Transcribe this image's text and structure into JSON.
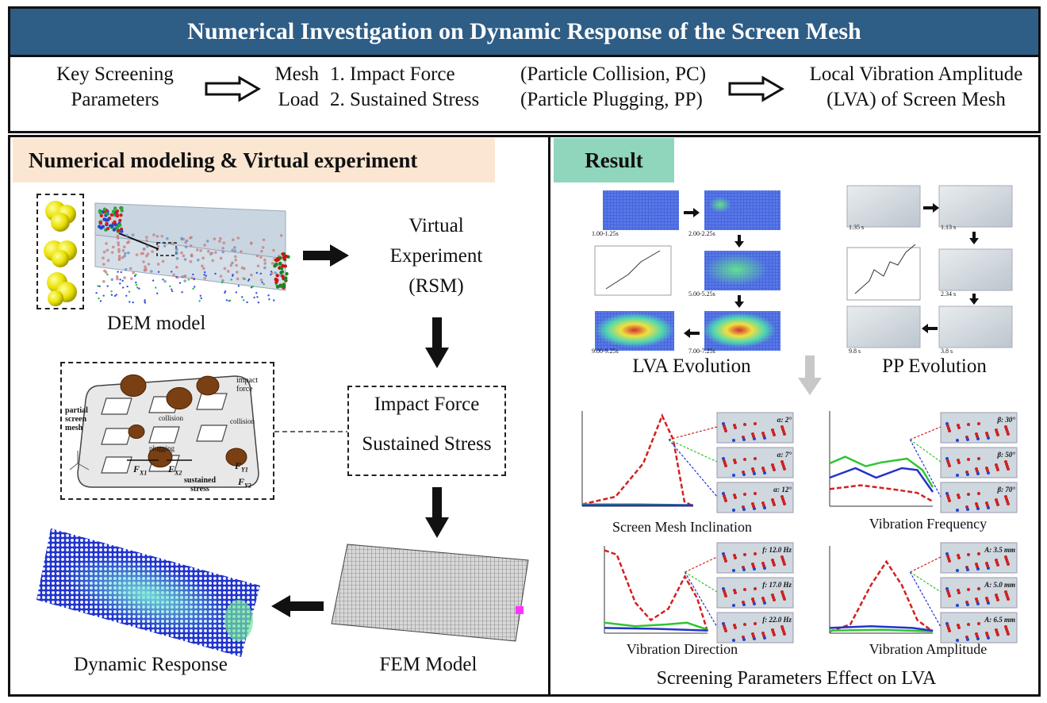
{
  "title": "Numerical Investigation on Dynamic Response of the Screen Mesh",
  "header": {
    "key_params_line1": "Key Screening",
    "key_params_line2": "Parameters",
    "mesh_label": "Mesh",
    "load_label": "Load",
    "item1": "1. Impact Force",
    "item2": "2. Sustained Stress",
    "item1_paren": "(Particle Collision, PC)",
    "item2_paren": "(Particle Plugging, PP)",
    "lva_line1": "Local Vibration Amplitude",
    "lva_line2": "(LVA) of Screen Mesh"
  },
  "left": {
    "heading": "Numerical modeling & Virtual experiment",
    "dem_model": "DEM model",
    "virtual_line1": "Virtual",
    "virtual_line2": "Experiment",
    "virtual_line3": "(RSM)",
    "impact_force": "Impact Force",
    "sustained_stress": "Sustained Stress",
    "fem_model": "FEM Model",
    "dynamic_response": "Dynamic Response",
    "mesh_labels": {
      "partial": "partial",
      "screen": "screen",
      "mesh": "mesh",
      "impact": "impact",
      "force": "force",
      "collision": "collision",
      "plugging": "plugging",
      "sustained": "sustained",
      "stress": "stress",
      "fx1": "F",
      "fx2": "F",
      "fy1": "F",
      "fy2": "F"
    }
  },
  "right": {
    "heading": "Result",
    "lva_evolution": "LVA Evolution",
    "pp_evolution": "PP Evolution",
    "inclination": "Screen Mesh Inclination",
    "frequency": "Vibration Frequency",
    "direction": "Vibration Direction",
    "amplitude": "Vibration Amplitude",
    "footer": "Screening Parameters Effect on LVA",
    "inc_tags": [
      "α: 2°",
      "α: 7°",
      "α: 12°"
    ],
    "freq_tags": [
      "β: 30°",
      "β: 50°",
      "β: 70°"
    ],
    "dir_tags": [
      "f: 12.0 Hz",
      "f: 17.0 Hz",
      "f: 22.0 Hz"
    ],
    "amp_tags": [
      "A: 3.5 mm",
      "A: 5.0 mm",
      "A: 6.5 mm"
    ],
    "lva_times": [
      "1.00-1.25s",
      "2.00-2.25s",
      "5.00-5.25s",
      "7.00-7.25s",
      "9.00-9.25s"
    ],
    "pp_times": [
      "1.35 s",
      "1.13 s",
      "2.34 s",
      "3.8 s",
      "9.8 s"
    ],
    "colors": {
      "red": "#d42020",
      "green": "#2fc42f",
      "blue": "#2233cc"
    }
  }
}
